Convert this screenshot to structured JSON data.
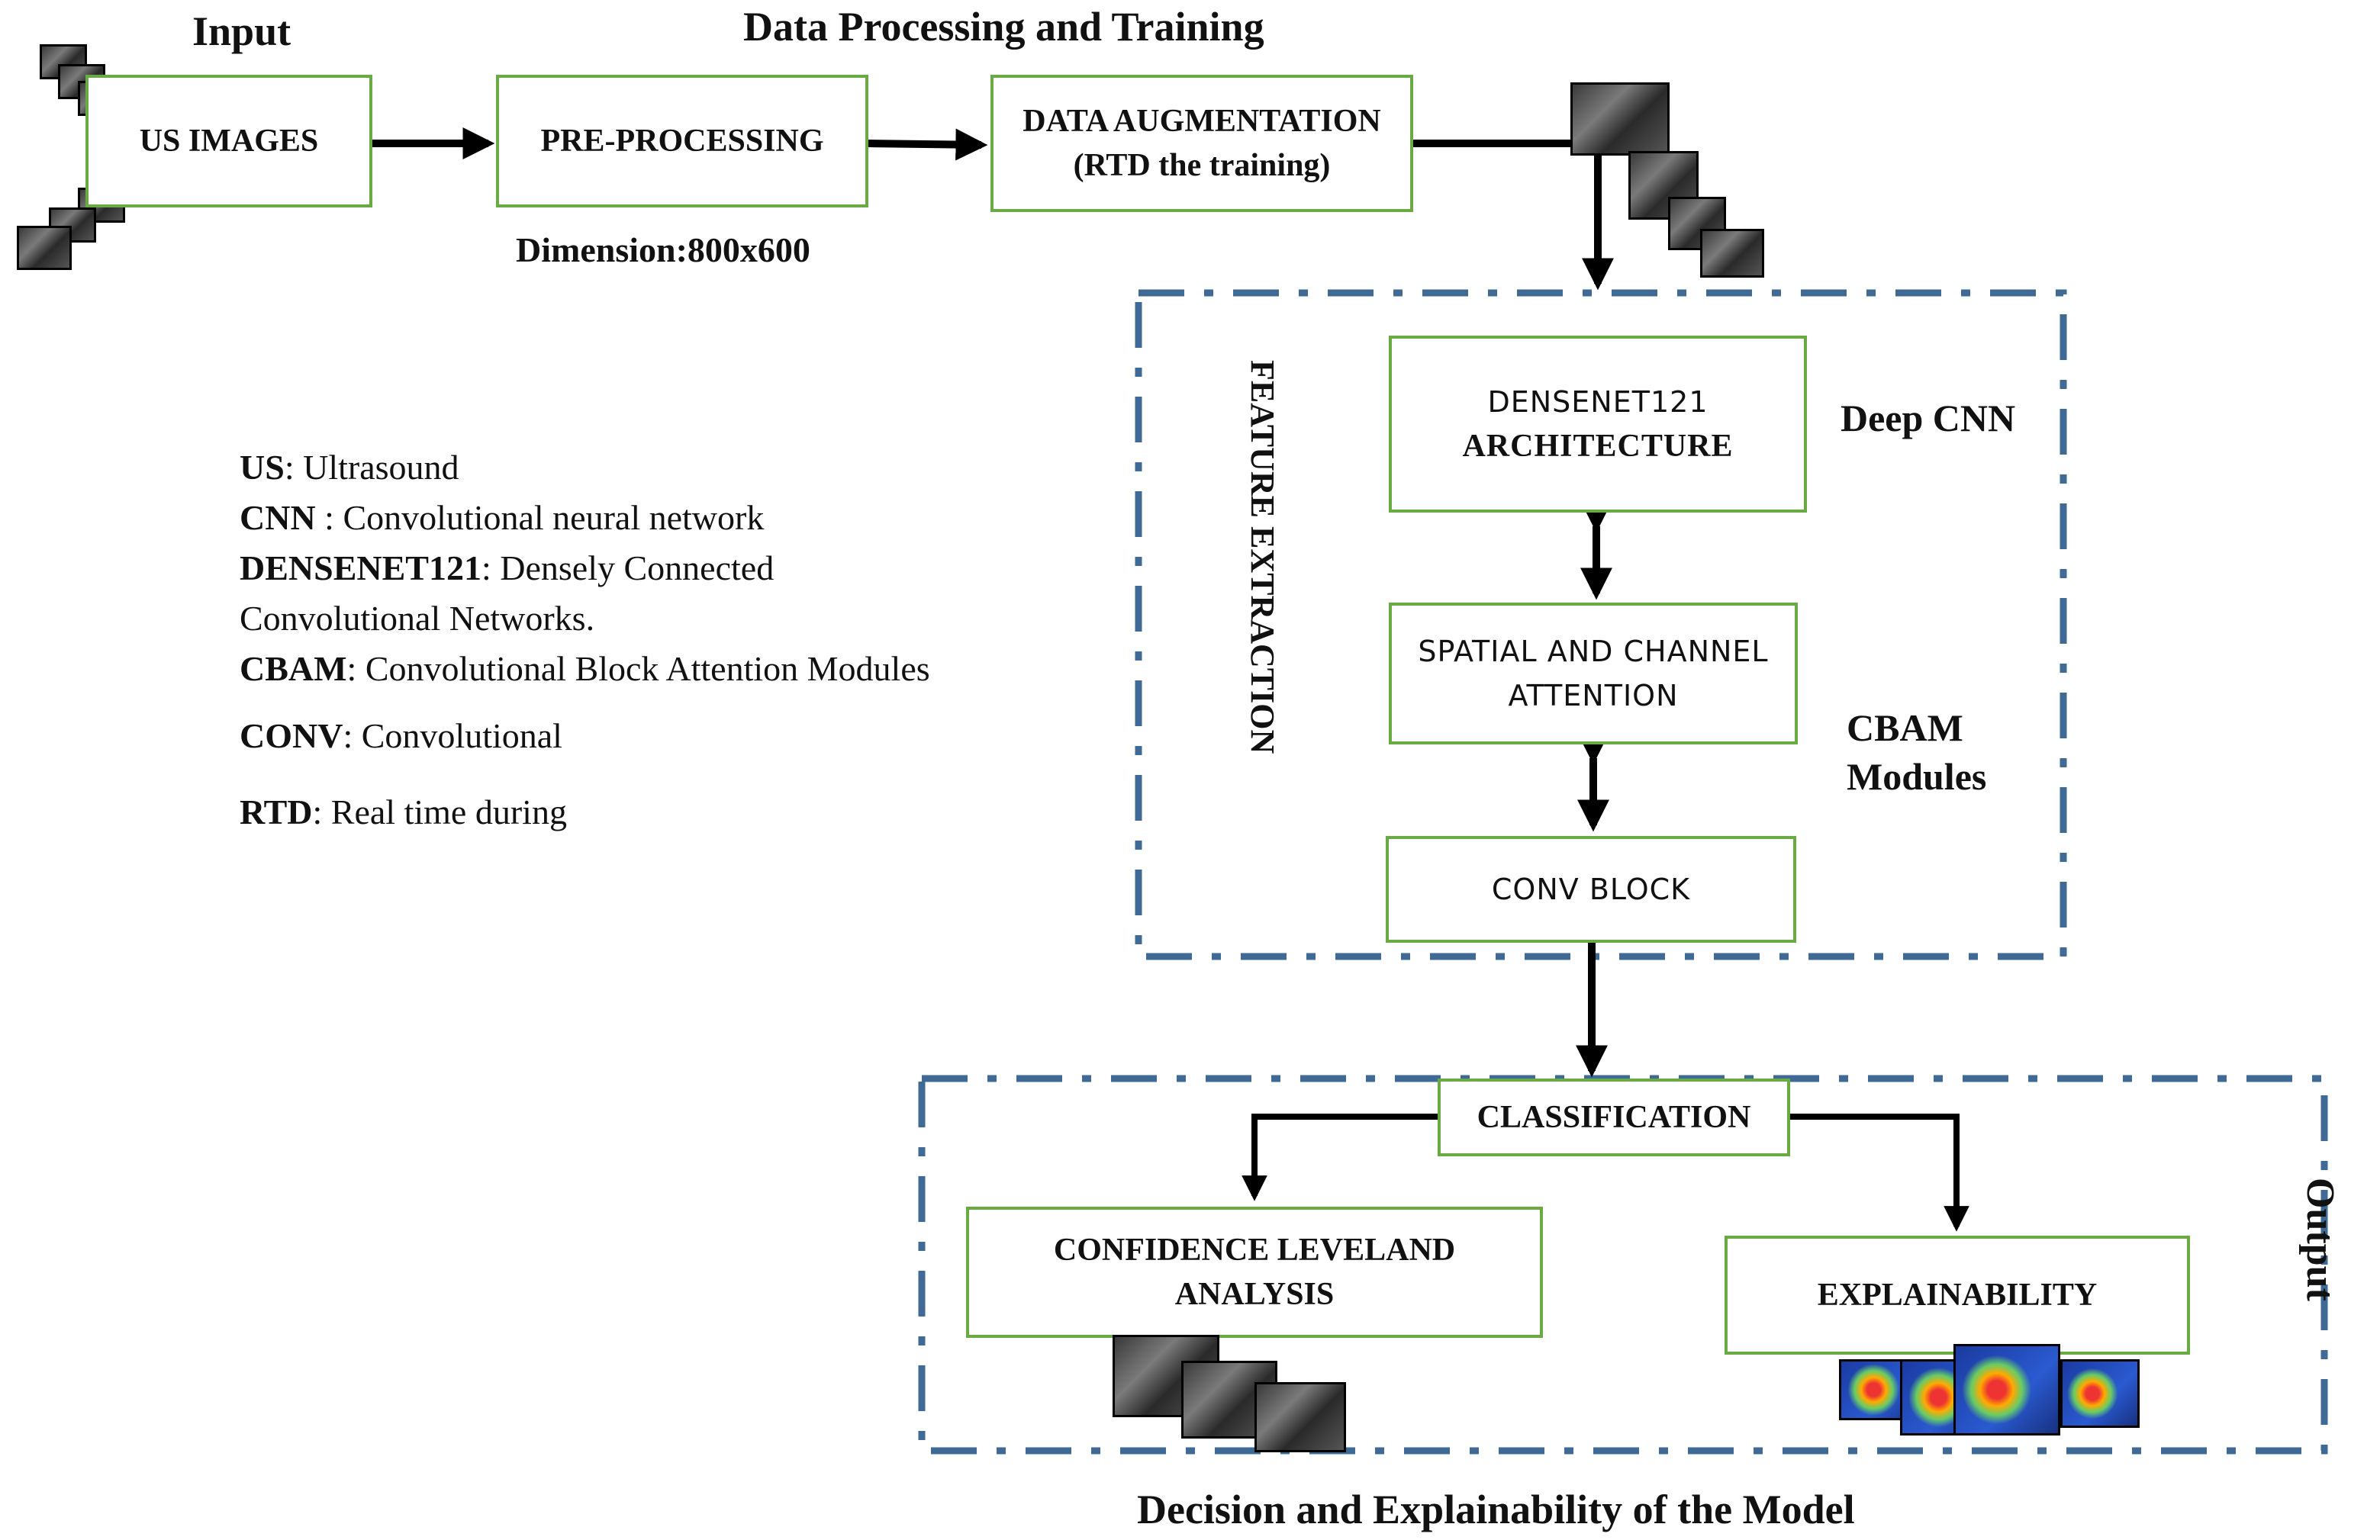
{
  "headings": {
    "input": "Input",
    "processing": "Data Processing and Training",
    "decision": "Decision and Explainability of the Model",
    "output": "Output"
  },
  "boxes": {
    "us_images": "US IMAGES",
    "pre_processing": "PRE-PROCESSING",
    "data_augmentation_line1": "DATA AUGMENTATION",
    "data_augmentation_line2": "(RTD the training)",
    "densenet_line1": "DENSENET121",
    "densenet_line2": "ARCHITECTURE",
    "attention_line1": "SPATIAL AND CHANNEL",
    "attention_line2": "ATTENTION",
    "conv_block": "CONV BLOCK",
    "classification": "CLASSIFICATION",
    "confidence_line1": "CONFIDENCE LEVELAND",
    "confidence_line2": "ANALYSIS",
    "explainability": "EXPLAINABILITY"
  },
  "labels": {
    "dimension": "Dimension:800x600",
    "feature_extraction": "FEATURE EXTRACTION",
    "deep_cnn": "Deep CNN",
    "cbam_line1": "CBAM",
    "cbam_line2": "Modules"
  },
  "legend": [
    {
      "abbr": "US",
      "text": ": Ultrasound"
    },
    {
      "abbr": "CNN",
      "text": " : Convolutional neural network"
    },
    {
      "abbr": "DENSENET121",
      "text": ": Densely Connected"
    },
    {
      "abbr": "",
      "text": "Convolutional Networks."
    },
    {
      "abbr": "CBAM",
      "text": ": Convolutional Block Attention Modules"
    },
    {
      "abbr": "CONV",
      "text": ": Convolutional"
    },
    {
      "abbr": "RTD",
      "text": ": Real time during"
    }
  ],
  "colors": {
    "box_border": "#6aaa45",
    "dashed_frame": "#3e6a95",
    "arrow": "#000000"
  }
}
